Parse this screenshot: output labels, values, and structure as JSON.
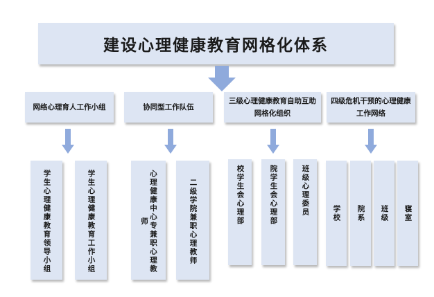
{
  "title": "建设心理健康教育网格化体系",
  "categories": [
    {
      "label": "网络心理育人工作小组",
      "items": [
        "学生心理健康教育领导小组",
        "学生心理健康教育工作小组"
      ]
    },
    {
      "label": "协同型工作队伍",
      "items": [
        "心理健康中心专兼职心理教师",
        "二级学院兼职心理教师"
      ]
    },
    {
      "label": "三级心理健康教育自助互助网格化组织",
      "items": [
        "校学生会心理部",
        "院学生会心理部",
        "班级心理委员"
      ]
    },
    {
      "label": "四级危机干预的心理健康工作网络",
      "items": [
        "学校",
        "院系",
        "班级",
        "寝室"
      ]
    }
  ],
  "colors": {
    "box_fill": "#dde5f3",
    "arrow": "#8faadc"
  }
}
